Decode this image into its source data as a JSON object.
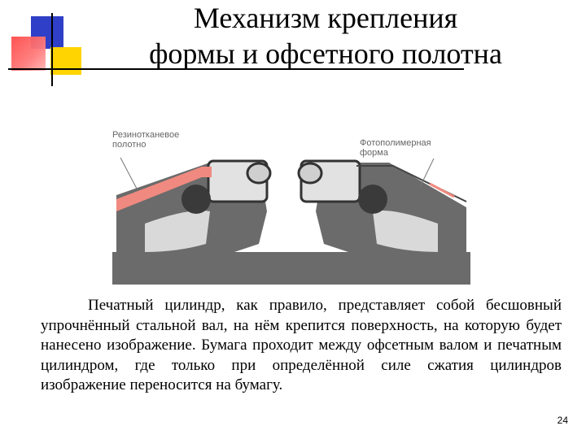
{
  "title": {
    "line1": "Механизм крепления",
    "line2": "формы и офсетного полотна"
  },
  "figure": {
    "label_left_line1": "Резинотканевое",
    "label_left_line2": "полотно",
    "label_right_line1": "Фотополимерная",
    "label_right_line2": "форма"
  },
  "body": {
    "paragraph": "Печатный цилиндр, как правило, представляет собой бесшовный упрочнённый стальной вал, на нём крепится поверхность, на которую будет нанесено изображение. Бумага проходит между офсетным валом и печатным цилиндром, где только при определённой силе сжатия цилиндров изображение переносится на бумагу."
  },
  "page_number": "24",
  "colors": {
    "blue": "#2f3fc8",
    "yellow": "#ffd400",
    "red": "#ff4a4a",
    "mechanism_gray": "#6b6b6b",
    "blanket_pink": "#f08a80"
  }
}
